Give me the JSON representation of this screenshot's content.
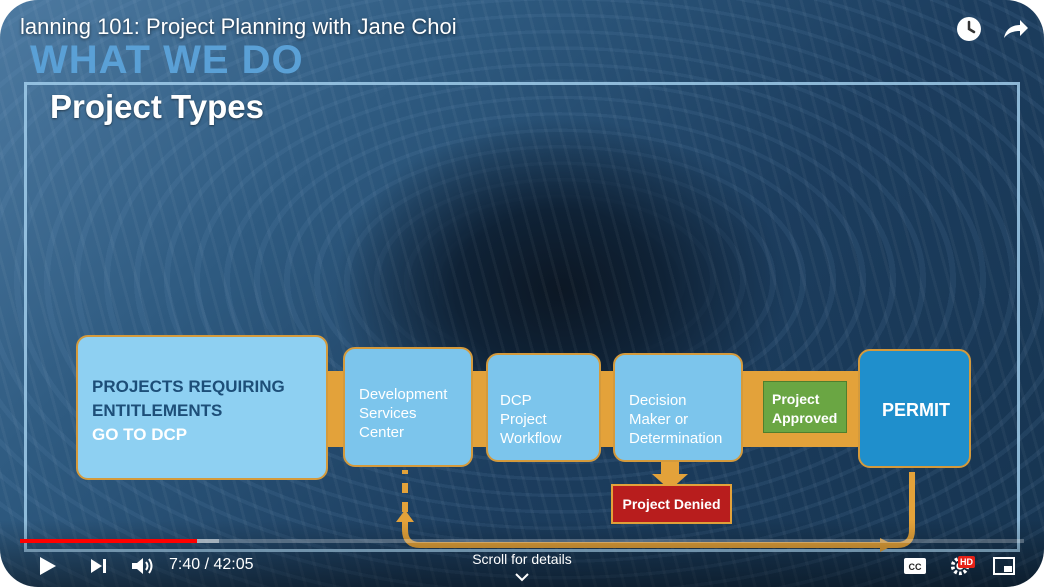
{
  "player": {
    "video_title": "lanning 101: Project Planning with Jane Choi",
    "progress": {
      "played_fraction": 0.176,
      "buffered_fraction": 0.198
    },
    "time": {
      "current": "7:40",
      "total": "42:05",
      "separator": " / "
    },
    "scroll_hint": "Scroll for details",
    "hd_badge": "HD"
  },
  "slide": {
    "header": "WHAT WE DO",
    "title": "Project Types",
    "entitlements": {
      "line1": "PROJECTS REQUIRING",
      "line2": "ENTITLEMENTS",
      "line3": "GO TO DCP"
    },
    "steps": [
      {
        "lines": [
          "Development",
          "Services",
          "Center"
        ]
      },
      {
        "lines": [
          "DCP",
          "Project",
          "Workflow"
        ]
      },
      {
        "lines": [
          "Decision",
          "Maker or",
          "Determination"
        ]
      }
    ],
    "approved": {
      "line1": "Project",
      "line2": "Approved"
    },
    "permit": "PERMIT",
    "denied": "Project Denied"
  },
  "colors": {
    "accent_orange": "#e3a23a",
    "box_light_blue": "#7cc5ec",
    "permit_blue": "#1f8fcc",
    "approved_green": "#6aa643",
    "denied_red": "#b81d1d",
    "progress_red": "#ff0000"
  },
  "icons": [
    "watch-later-icon",
    "share-icon",
    "play-icon",
    "next-icon",
    "volume-icon",
    "captions-icon",
    "settings-icon",
    "miniplayer-icon",
    "chevron-down-icon"
  ]
}
